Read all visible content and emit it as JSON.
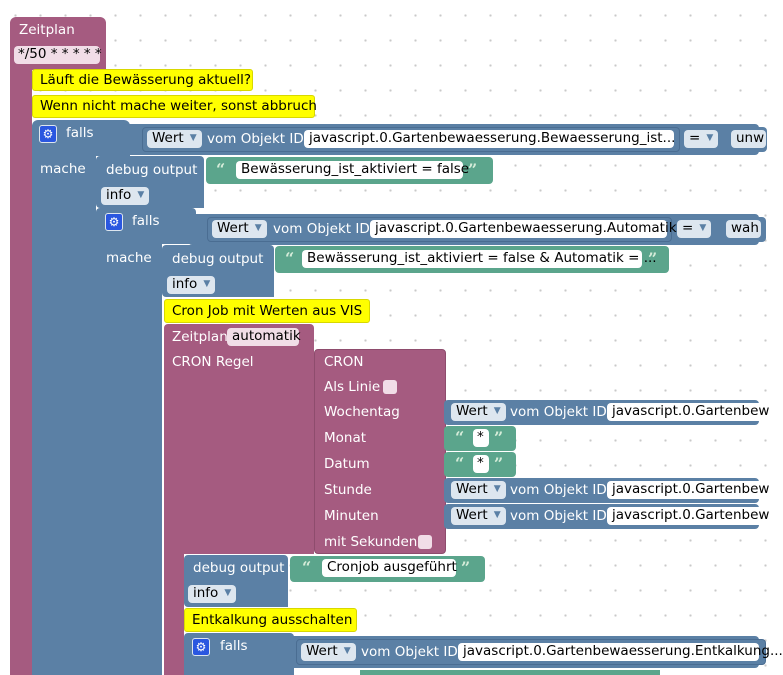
{
  "top_schedule": {
    "label": "Zeitplan",
    "pattern": "*/50 * * * * *"
  },
  "comments": {
    "c1": "Läuft die Bewässerung aktuell?",
    "c2": "Wenn nicht mache weiter, sonst abbruch",
    "c3": "Cron Job mit Werten aus VIS",
    "c4": "Entkalkung ausschalten"
  },
  "if1": {
    "falls": "falls",
    "mache": "mache",
    "wert": "Wert",
    "vom": "vom Objekt ID",
    "object_id": "javascript.0.Gartenbewaesserung.Bewaesserung_ist...",
    "op": "=",
    "rhs": "unw"
  },
  "debug1": {
    "label": "debug output",
    "text": "Bewässerung_ist_aktiviert = false",
    "level": "info"
  },
  "if2": {
    "falls": "falls",
    "mache": "mache",
    "wert": "Wert",
    "vom": "vom Objekt ID",
    "object_id": "javascript.0.Gartenbewaesserung.Automatik",
    "op": "=",
    "rhs": "wah"
  },
  "debug2": {
    "label": "debug output",
    "text": "Bewässerung_ist_aktiviert = false & Automatik = ...",
    "level": "info"
  },
  "schedule2": {
    "label": "Zeitplan",
    "name": "automatik",
    "cron_label": "CRON Regel"
  },
  "cron": {
    "title": "CRON",
    "als_linie": "Als Linie",
    "wochentag": "Wochentag",
    "monat": "Monat",
    "datum": "Datum",
    "stunde": "Stunde",
    "minuten": "Minuten",
    "mit_sekunden": "mit Sekunden",
    "monat_value": "*",
    "datum_value": "*",
    "wert": "Wert",
    "vom": "vom Objekt ID",
    "obj_prefix": "javascript.0.Gartenbew"
  },
  "debug3": {
    "label": "debug output",
    "text": "Cronjob ausgeführt",
    "level": "info"
  },
  "if3": {
    "falls": "falls",
    "wert": "Wert",
    "vom": "vom Objekt ID",
    "object_id": "javascript.0.Gartenbewaesserung.Entkalkung..."
  },
  "colors": {
    "schedule": "#a55b80",
    "control": "#5b80a5",
    "text": "#5ba58c",
    "comment": "#ffff00"
  },
  "icons": {
    "gear": "gear-icon",
    "dropdown": "dropdown-arrow-icon"
  }
}
